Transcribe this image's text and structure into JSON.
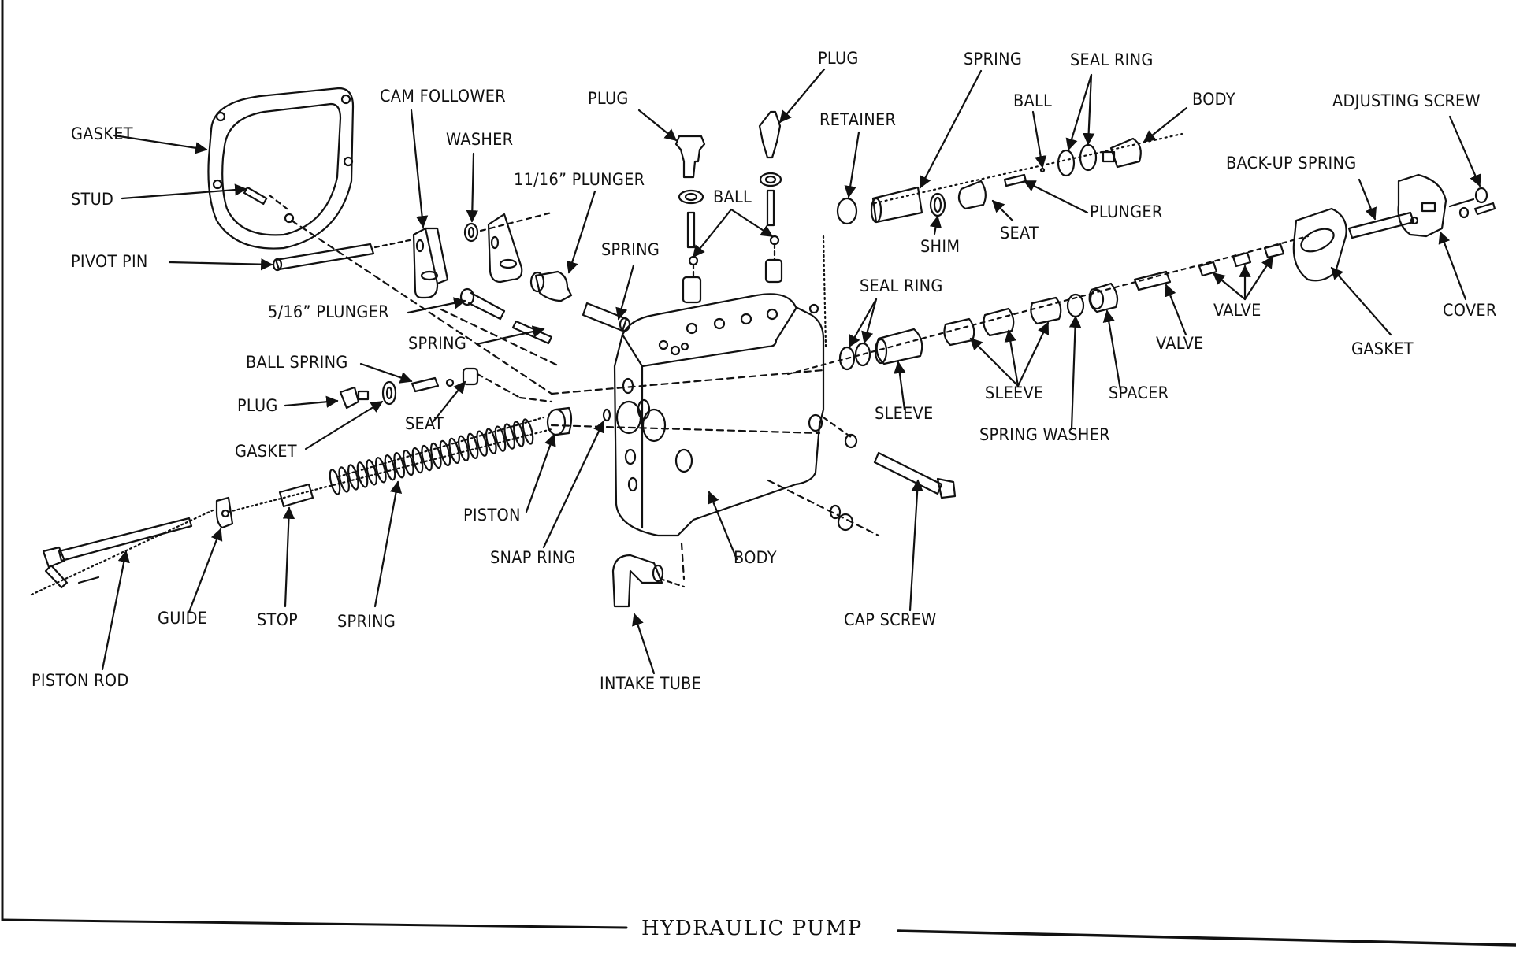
{
  "diagram": {
    "title": "HYDRAULIC PUMP",
    "labels": {
      "gasket_top": "GASKET",
      "stud": "STUD",
      "pivot_pin": "PIVOT PIN",
      "cam_follower": "CAM FOLLOWER",
      "washer": "WASHER",
      "plunger_11_16": "11/16” PLUNGER",
      "plug_left": "PLUG",
      "plug_right": "PLUG",
      "ball_center": "BALL",
      "spring_center": "SPRING",
      "plunger_5_16": "5/16” PLUNGER",
      "spring_small": "SPRING",
      "ball_spring": "BALL SPRING",
      "plug_lower": "PLUG",
      "seat_lower": "SEAT",
      "gasket_lower": "GASKET",
      "retainer": "RETAINER",
      "spring_top": "SPRING",
      "seal_ring_top": "SEAL RING",
      "ball_top": "BALL",
      "body_top": "BODY",
      "adjusting_screw": "ADJUSTING SCREW",
      "back_up_spring": "BACK-UP SPRING",
      "plunger_top": "PLUNGER",
      "seat_top": "SEAT",
      "shim": "SHIM",
      "seal_ring_mid": "SEAL RING",
      "valve_right": "VALVE",
      "valve_left": "VALVE",
      "cover": "COVER",
      "gasket_right": "GASKET",
      "sleeve_left": "SLEEVE",
      "sleeve_right": "SLEEVE",
      "spacer": "SPACER",
      "spring_washer": "SPRING WASHER",
      "piston": "PISTON",
      "snap_ring": "SNAP RING",
      "body_main": "BODY",
      "cap_screw": "CAP SCREW",
      "intake_tube": "INTAKE TUBE",
      "guide": "GUIDE",
      "stop": "STOP",
      "spring_piston": "SPRING",
      "piston_rod": "PISTON ROD"
    }
  }
}
